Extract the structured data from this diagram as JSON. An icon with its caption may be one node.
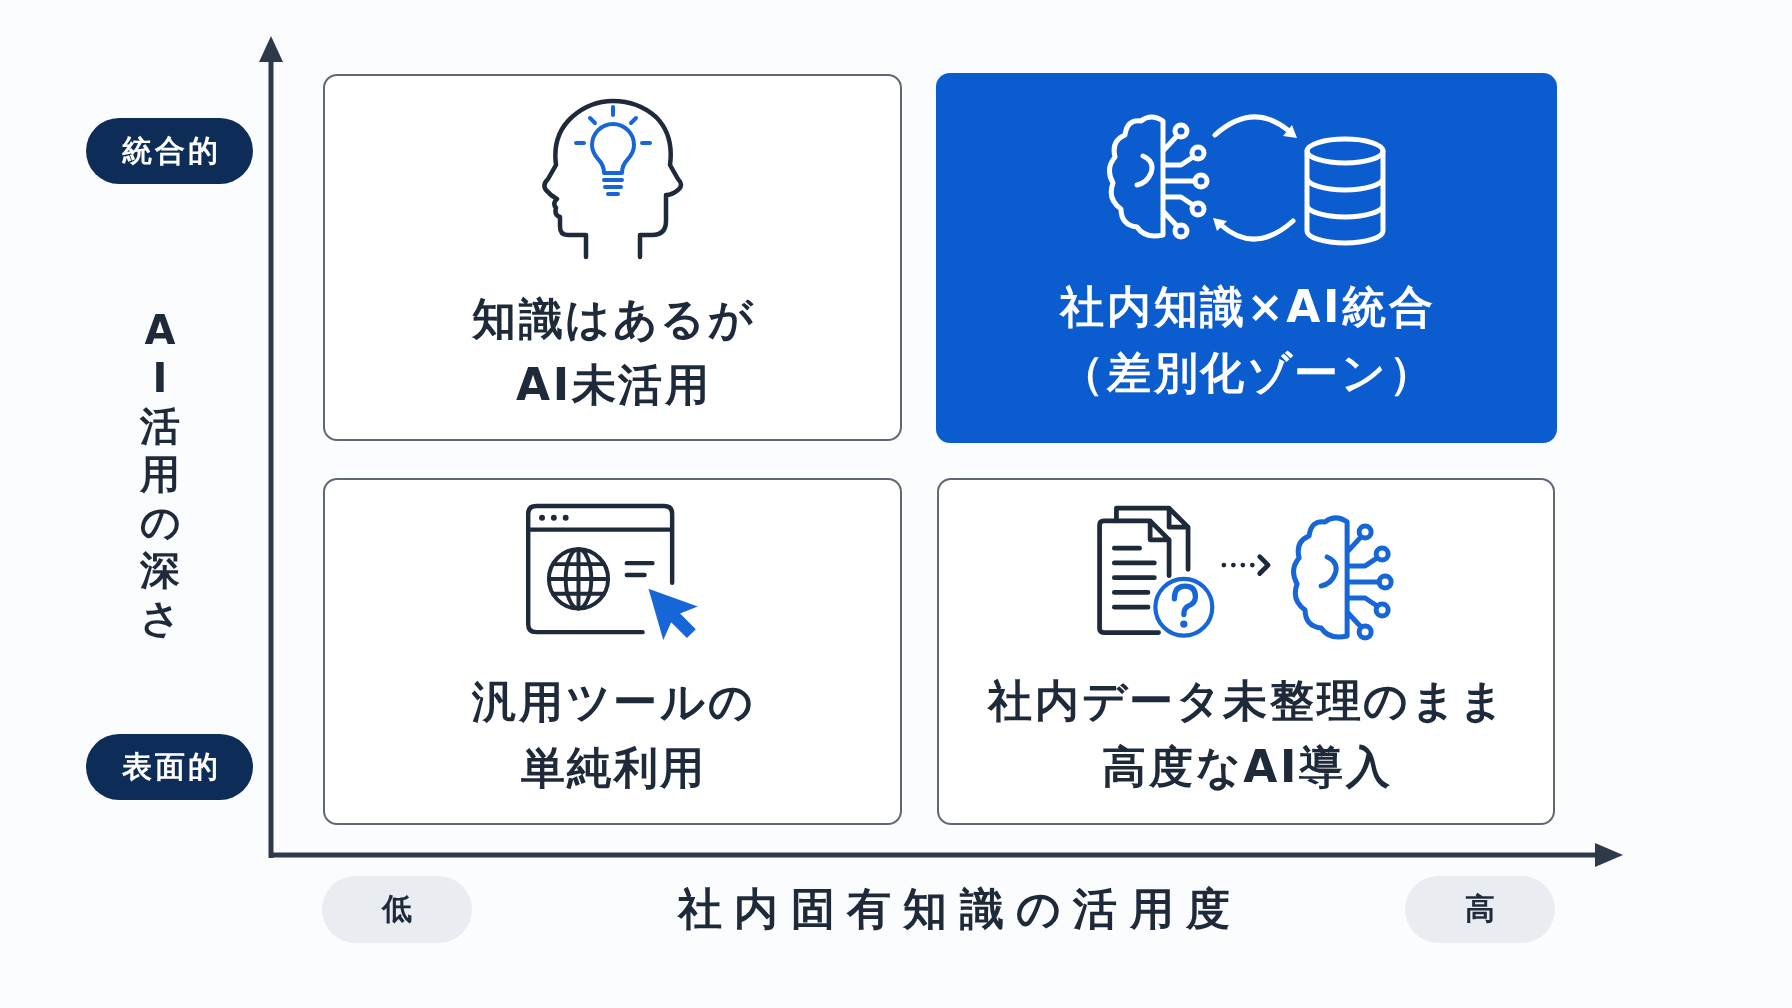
{
  "diagram": {
    "nodes": [
      {
        "text": [
          "統合的"
        ]
      },
      {
        "text": [
          "知識はあるがAI未活用"
        ]
      },
      {
        "text": [
          "社内知識×AI統合（差別化ゾーン）"
        ]
      },
      {
        "text": [
          "表面的"
        ]
      },
      {
        "text": [
          "汎用ツールの単純利用"
        ]
      },
      {
        "text": [
          "社内データ未整理のまま高度なAI導入"
        ]
      },
      {
        "text": [
          "低"
        ]
      },
      {
        "text": [
          "高"
        ]
      }
    ],
    "labels": [
      "AI活用の深さ",
      "社内固有知識の活用度"
    ]
  }
}
